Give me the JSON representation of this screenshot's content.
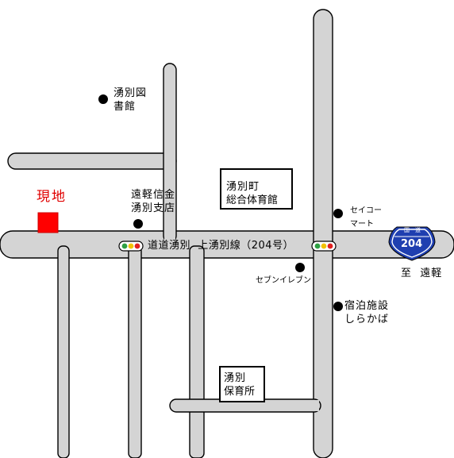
{
  "map": {
    "site_label": "現地",
    "colors": {
      "site": "#ff0000",
      "site_label": "#e00000",
      "road": "#d4d4d4"
    },
    "landmarks": {
      "library": [
        "湧別図",
        "書館"
      ],
      "shinkin": [
        "遠軽信金",
        "湧別支店"
      ],
      "gym": [
        "湧別町",
        "総合体育館"
      ],
      "seicomart": [
        "セイコー",
        "マート"
      ],
      "seven_eleven": "セブンイレブン",
      "lodging": [
        "宿泊施設",
        "しらかば"
      ],
      "nursery": [
        "湧別",
        "保育所"
      ]
    },
    "road_label": "道道湧別  上湧別線（204号）",
    "route_sign": {
      "top": "国　道",
      "number": "204"
    },
    "direction": "至  遠軽"
  }
}
